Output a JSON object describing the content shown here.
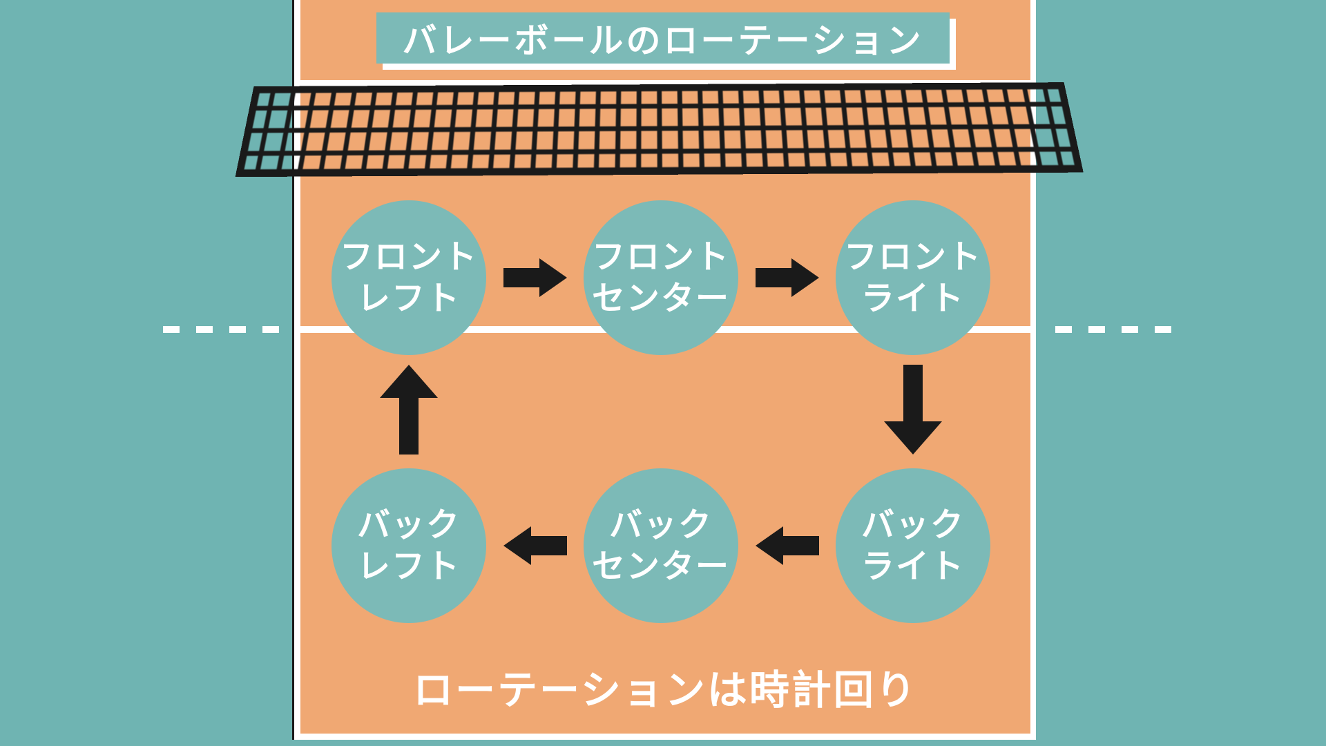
{
  "title": {
    "text": "バレーボールのローテーション"
  },
  "footer": {
    "text": "ローテーションは時計回り"
  },
  "positions": {
    "front_left": {
      "line1": "フロント",
      "line2": "レフト"
    },
    "front_center": {
      "line1": "フロント",
      "line2": "センター"
    },
    "front_right": {
      "line1": "フロント",
      "line2": "ライト"
    },
    "back_left": {
      "line1": "バック",
      "line2": "レフト"
    },
    "back_center": {
      "line1": "バック",
      "line2": "センター"
    },
    "back_right": {
      "line1": "バック",
      "line2": "ライト"
    }
  },
  "rotation_order": [
    "フロントレフト",
    "フロントセンター",
    "フロントライト",
    "バックライト",
    "バックセンター",
    "バックレフト"
  ],
  "rotation_direction": "clockwise",
  "colors": {
    "bg": "#6fb4b2",
    "court": "#f0a873",
    "teal": "#7cbab7",
    "ink": "#1a1a1a",
    "line": "#ffffff"
  }
}
